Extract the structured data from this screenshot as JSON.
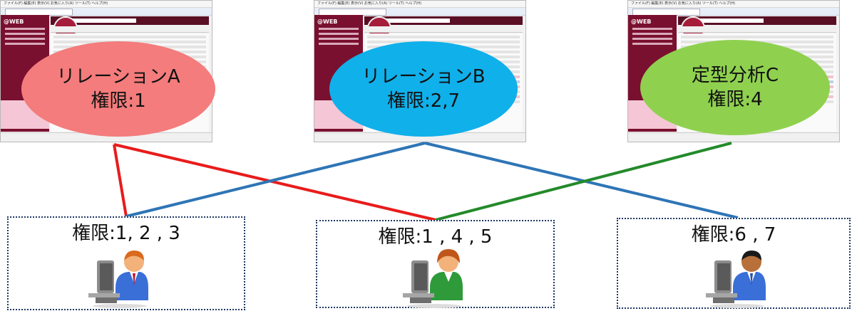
{
  "relations": [
    {
      "name": "リレーションA",
      "permission": "権限:1",
      "color": "#f47c7c"
    },
    {
      "name": "リレーションB",
      "permission": "権限:2,7",
      "color": "#10b0ea"
    },
    {
      "name": "定型分析C",
      "permission": "権限:4",
      "color": "#8fd14f"
    }
  ],
  "users": [
    {
      "permission": "権限:1, 2 , 3",
      "shirt_color": "#3a6fd8",
      "tie_color": "#c0142a"
    },
    {
      "permission": "権限:1 , 4 , 5",
      "shirt_color": "#2e9a3a",
      "tie_color": "#ffffff"
    },
    {
      "permission": "権限:6 , 7",
      "shirt_color": "#3a6fd8",
      "tie_color": "#3a6fd8"
    }
  ],
  "screenshots": {
    "app_logo": "@WEB",
    "menu_text": "ファイル(F)  編集(E)  表示(V)  お気に入り(A)  ツール(T)  ヘルプ(H)"
  },
  "connection_colors": {
    "red": "#e81c1c",
    "blue": "#2e75b6",
    "green": "#238a2a"
  },
  "box_border_color": "#1f3864"
}
